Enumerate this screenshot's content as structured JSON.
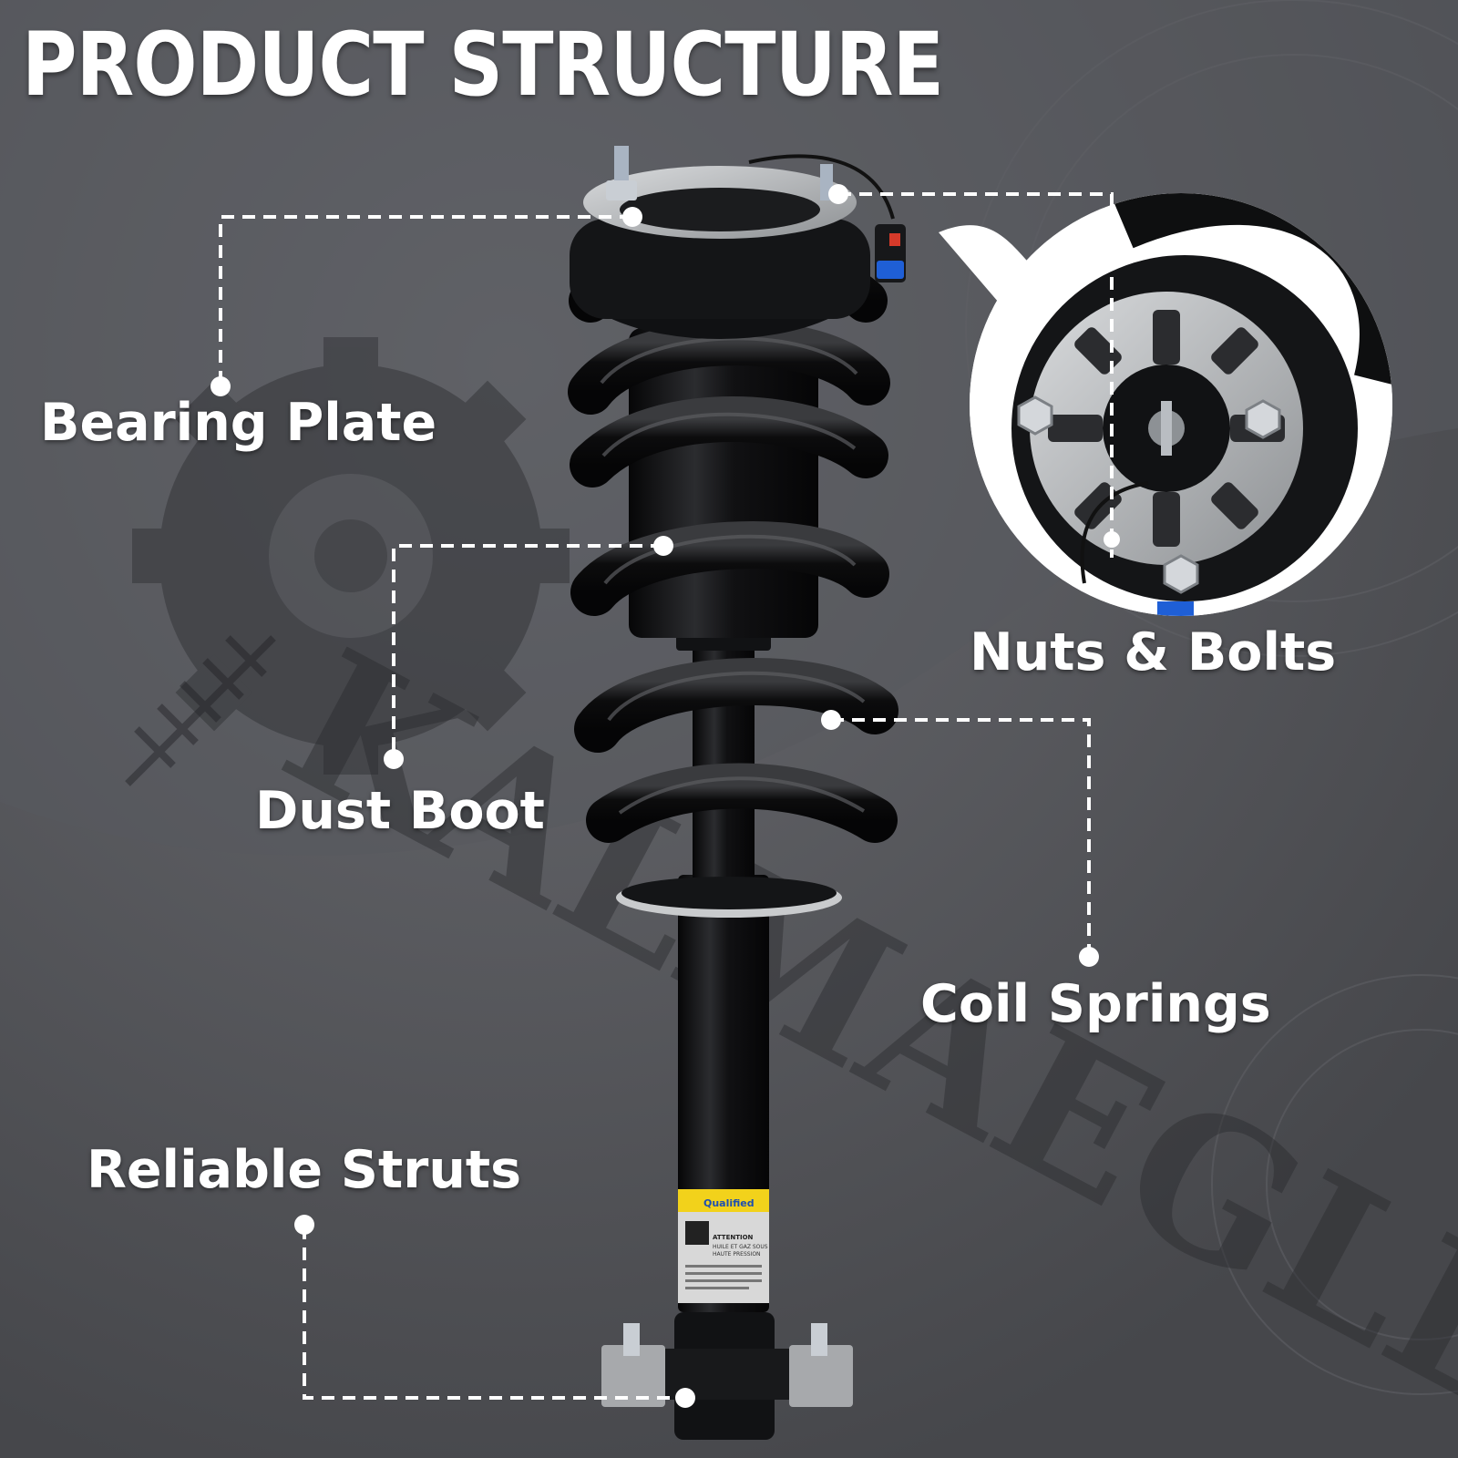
{
  "title": "PRODUCT STRUCTURE",
  "watermark": "KALMAEGLE",
  "labels": {
    "bearing_plate": "Bearing Plate",
    "nuts_bolts": "Nuts & Bolts",
    "dust_boot": "Dust Boot",
    "coil_springs": "Coil Springs",
    "reliable_struts": "Reliable Struts"
  },
  "sticker": {
    "badge": "Qualified",
    "heading": "ATTENTION",
    "line1": "HUILE ET GAZ SOUS",
    "line2": "HAUTE PRESSION"
  },
  "colors": {
    "background": "#4b4c50",
    "text": "#ffffff",
    "leader": "#ffffff",
    "strut_body": "#0f0f10",
    "plate": "#b9bbbd",
    "sticker": "#f2d21b",
    "connector": "#1f5fd6"
  }
}
